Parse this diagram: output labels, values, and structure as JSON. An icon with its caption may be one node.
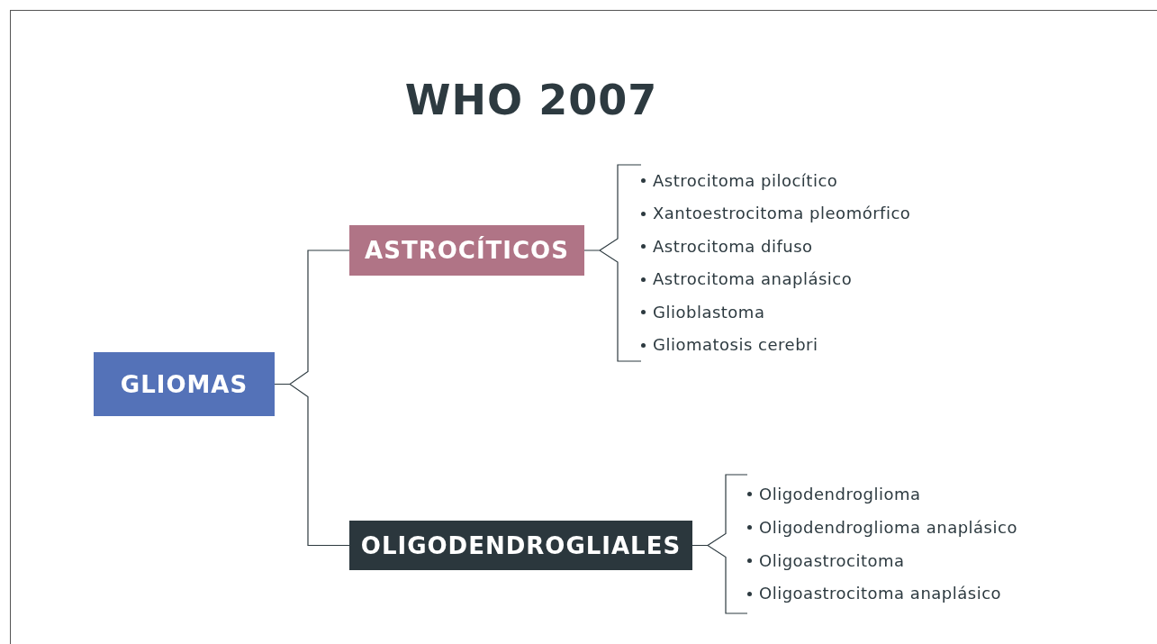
{
  "diagram": {
    "title": "WHO 2007",
    "nodes": [
      {
        "text": [
          "GLIOMAS"
        ]
      },
      {
        "text": [
          "ASTROCÍTICOS"
        ]
      },
      {
        "text": [
          "OLIGODENDROGLIALES"
        ]
      },
      {
        "text": [
          "Astrocitoma pilocítico",
          "Xantoestrocitoma pleomórfico",
          "Astrocitoma difuso",
          "Astrocitoma anaplásico",
          "Glioblastoma",
          "Gliomatosis cerebri"
        ]
      },
      {
        "text": [
          "Oligodendroglioma",
          "Oligodendroglioma anaplásico",
          "Oligoastrocitoma",
          "Oligoastrocitoma anaplásico"
        ]
      }
    ],
    "edges": [
      {
        "from": 0,
        "to": 1,
        "arrow": "none"
      },
      {
        "from": 0,
        "to": 2,
        "arrow": "none"
      },
      {
        "from": 1,
        "to": 3,
        "arrow": "none"
      },
      {
        "from": 2,
        "to": 4,
        "arrow": "none"
      }
    ]
  }
}
